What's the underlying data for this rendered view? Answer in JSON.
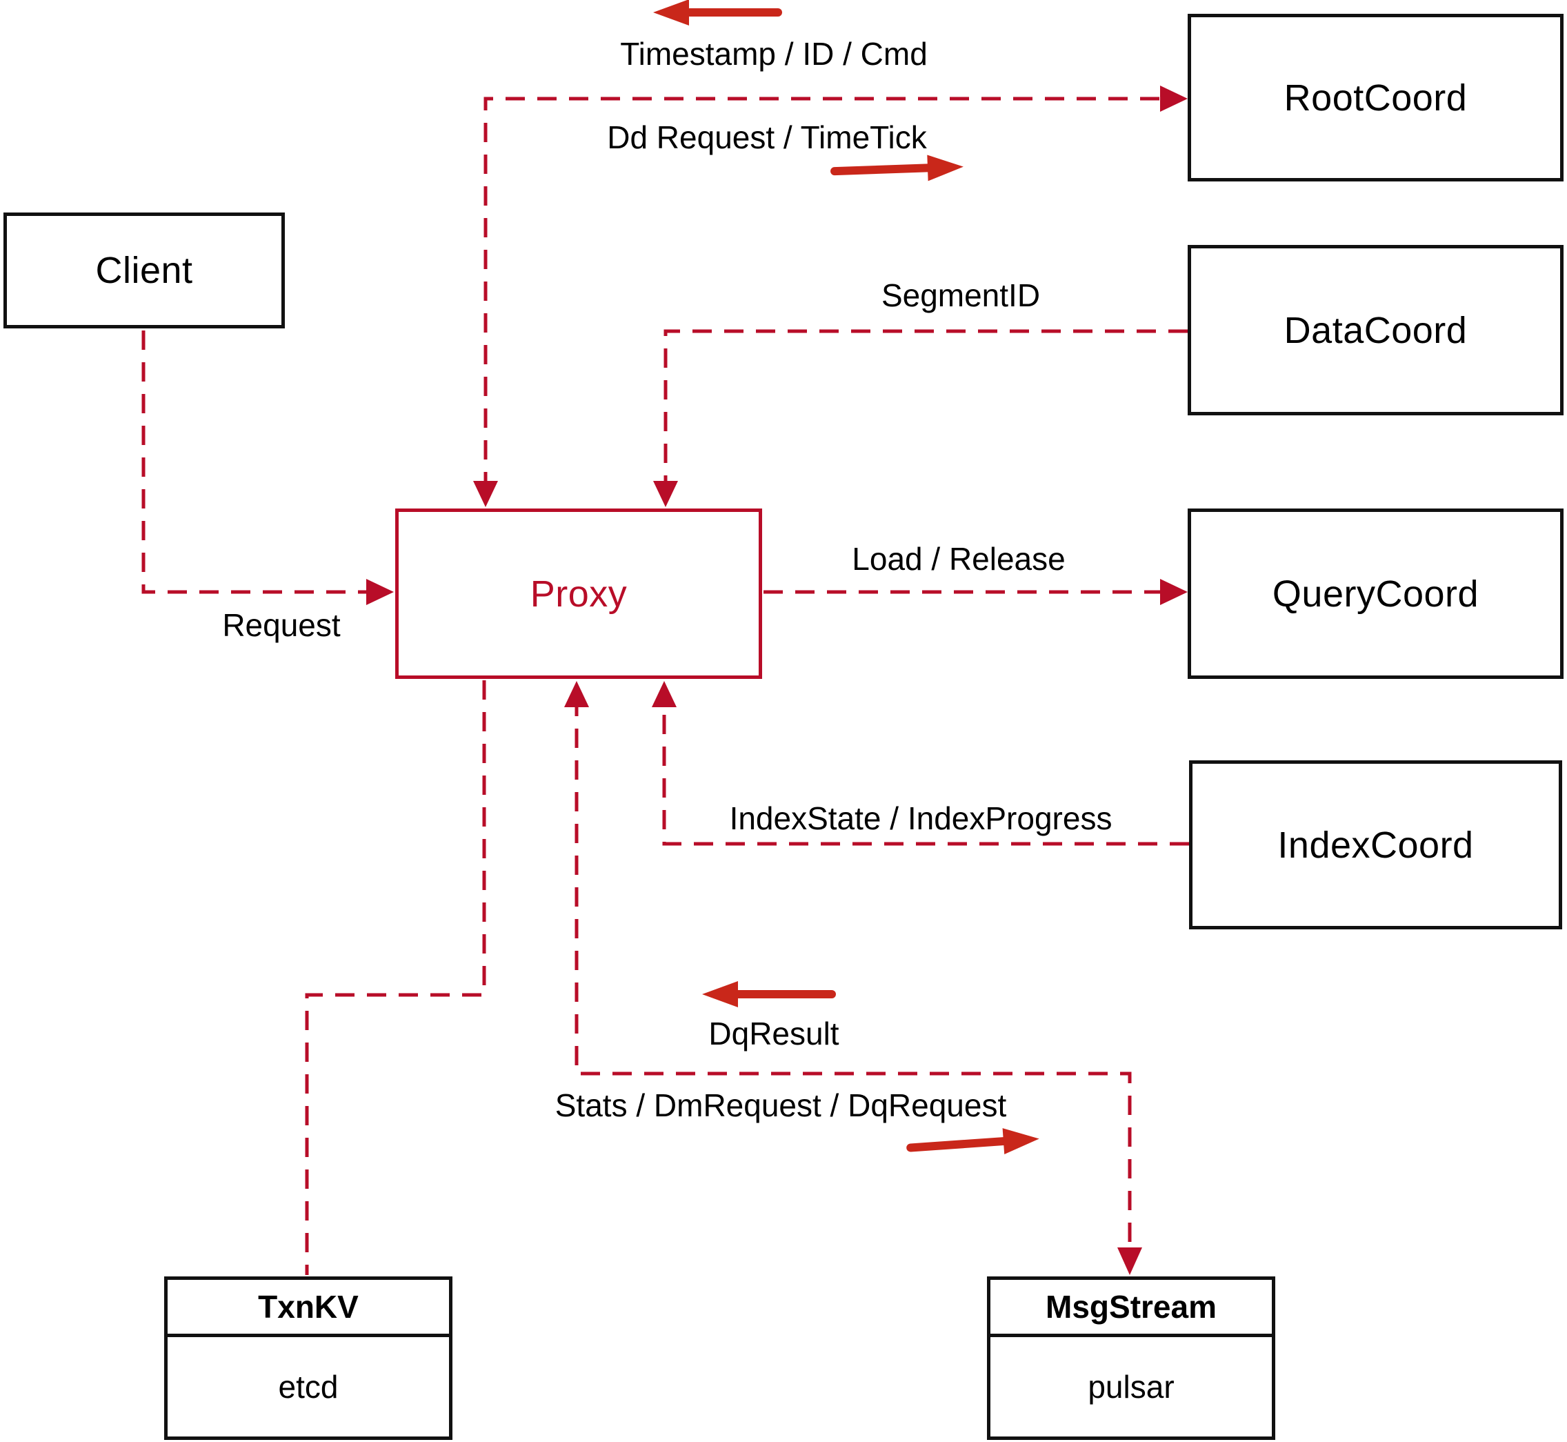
{
  "diagram": {
    "nodes": {
      "client": {
        "label": "Client"
      },
      "root_coord": {
        "label": "RootCoord"
      },
      "data_coord": {
        "label": "DataCoord"
      },
      "query_coord": {
        "label": "QueryCoord"
      },
      "index_coord": {
        "label": "IndexCoord"
      },
      "proxy": {
        "label": "Proxy"
      },
      "txn_kv": {
        "title": "TxnKV",
        "subtitle": "etcd"
      },
      "msg_stream": {
        "title": "MsgStream",
        "subtitle": "pulsar"
      }
    },
    "edge_labels": {
      "root_response": "Timestamp / ID / Cmd",
      "root_request": "Dd Request / TimeTick",
      "segment_id": "SegmentID",
      "request": "Request",
      "load_release": "Load / Release",
      "index_state": "IndexState / IndexProgress",
      "dq_result": "DqResult",
      "stats_dm_dq": "Stats / DmRequest / DqRequest"
    },
    "colors": {
      "connector": "#b80d28",
      "flow_arrow": "#c9271a",
      "box_border": "#111111",
      "text": "#000000"
    }
  }
}
